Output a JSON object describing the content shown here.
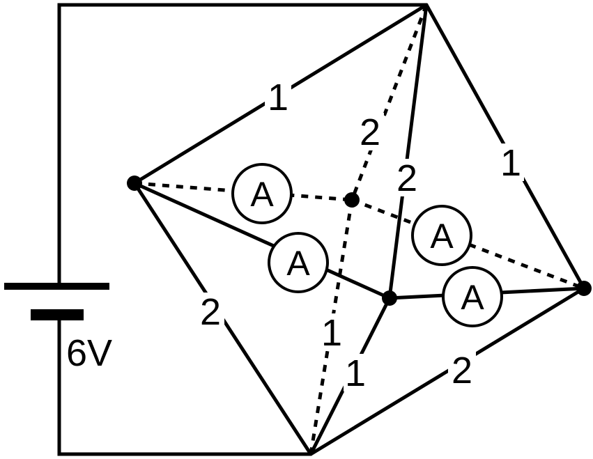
{
  "battery": {
    "voltage_label": "6V"
  },
  "ammeter_symbol": "A",
  "resistances": {
    "top_left_edge": "1",
    "top_right_edge": "1",
    "left_lower_edge": "2",
    "bottom_right_edge": "2",
    "top_to_center_dotted": "2",
    "top_to_right_junction": "2",
    "bottom_to_center_dotted": "1",
    "bottom_to_right_junction": "1"
  }
}
